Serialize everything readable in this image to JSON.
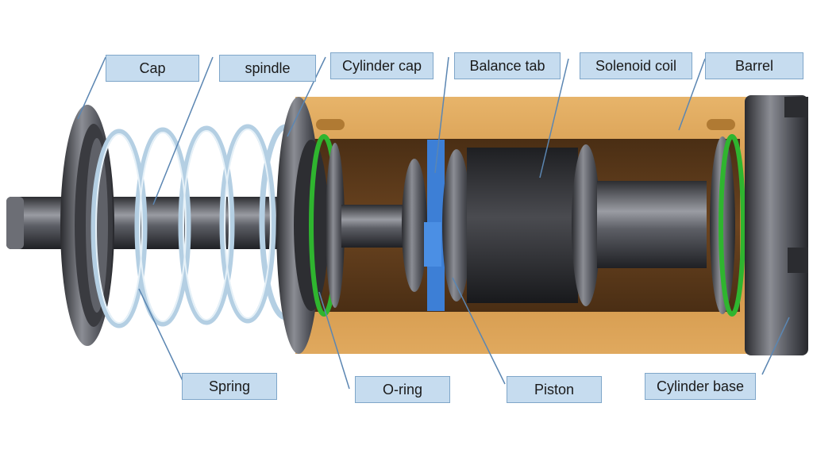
{
  "labels": {
    "cap": "Cap",
    "spindle": "spindle",
    "cylinder_cap": "Cylinder cap",
    "balance_tab": "Balance tab",
    "solenoid_coil": "Solenoid coil",
    "barrel": "Barrel",
    "spring": "Spring",
    "o_ring": "O-ring",
    "piston": "Piston",
    "cylinder_base": "Cylinder base"
  },
  "colors": {
    "label_fill": "#c6dcef",
    "label_border": "#7fa6c9",
    "leader_line": "#5b86b2",
    "barrel_fill": "#d9a45a",
    "o_ring": "#2fb52f",
    "balance_tab": "#3d7fd6",
    "spring": "#b4cfe3",
    "metal_dark": "#3a3b40",
    "metal_mid": "#7d7f86",
    "coil": "#2e2f33"
  }
}
